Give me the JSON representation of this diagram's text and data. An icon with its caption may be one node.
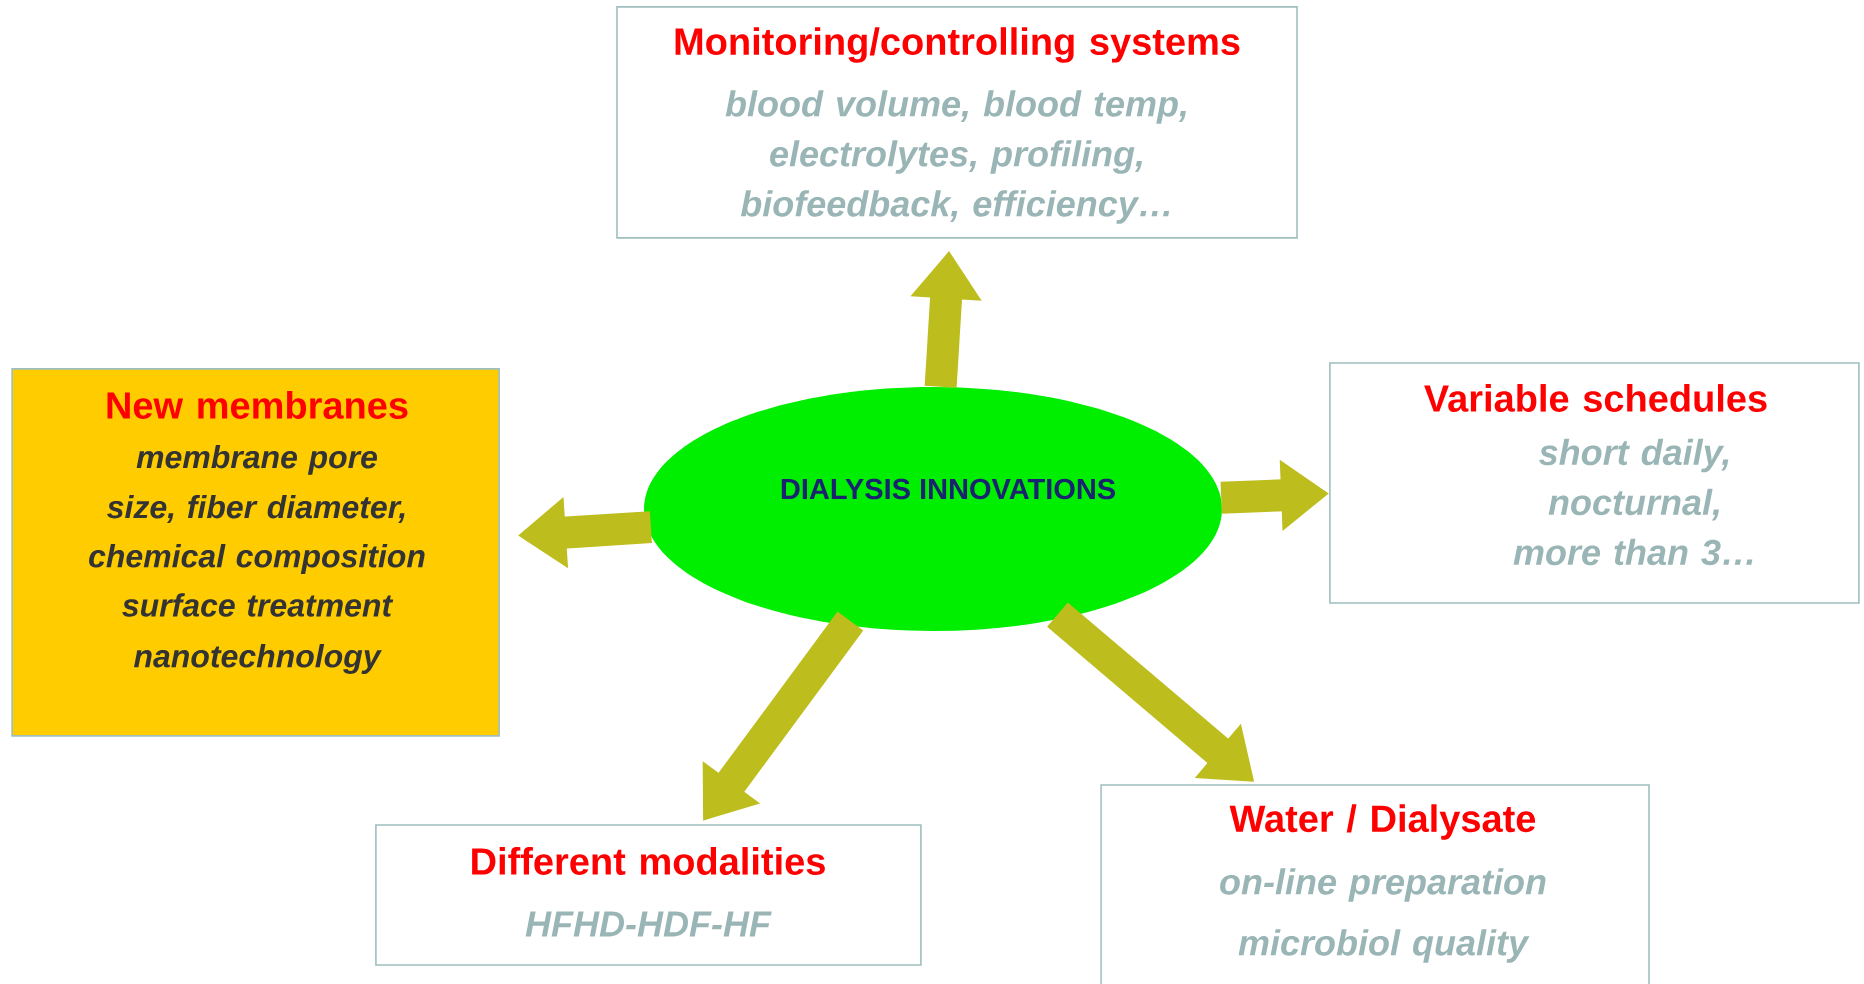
{
  "diagram": {
    "nodes": [
      {
        "text": [
          "DIALYSIS INNOVATIONS"
        ]
      },
      {
        "text": [
          "Monitoring/controlling systems",
          "blood volume, blood temp, electrolytes, profiling, biofeedback, efficiency…"
        ]
      },
      {
        "text": [
          "New membranes",
          "membrane pore size, fiber diameter,",
          "chemical composition",
          "surface treatment",
          "nanotechnology"
        ]
      },
      {
        "text": [
          "Variable schedules",
          "short daily, nocturnal, more than 3…"
        ]
      },
      {
        "text": [
          "Different modalities",
          "HFHD-HDF-HF"
        ]
      },
      {
        "text": [
          "Water / Dialysate",
          "on-line preparation",
          "microbiol quality"
        ]
      }
    ],
    "edges": [
      {
        "from": 0,
        "to": 1,
        "arrow": "to"
      },
      {
        "from": 0,
        "to": 2,
        "arrow": "to"
      },
      {
        "from": 0,
        "to": 3,
        "arrow": "to"
      },
      {
        "from": 0,
        "to": 4,
        "arrow": "to"
      },
      {
        "from": 0,
        "to": 5,
        "arrow": "to"
      }
    ]
  }
}
